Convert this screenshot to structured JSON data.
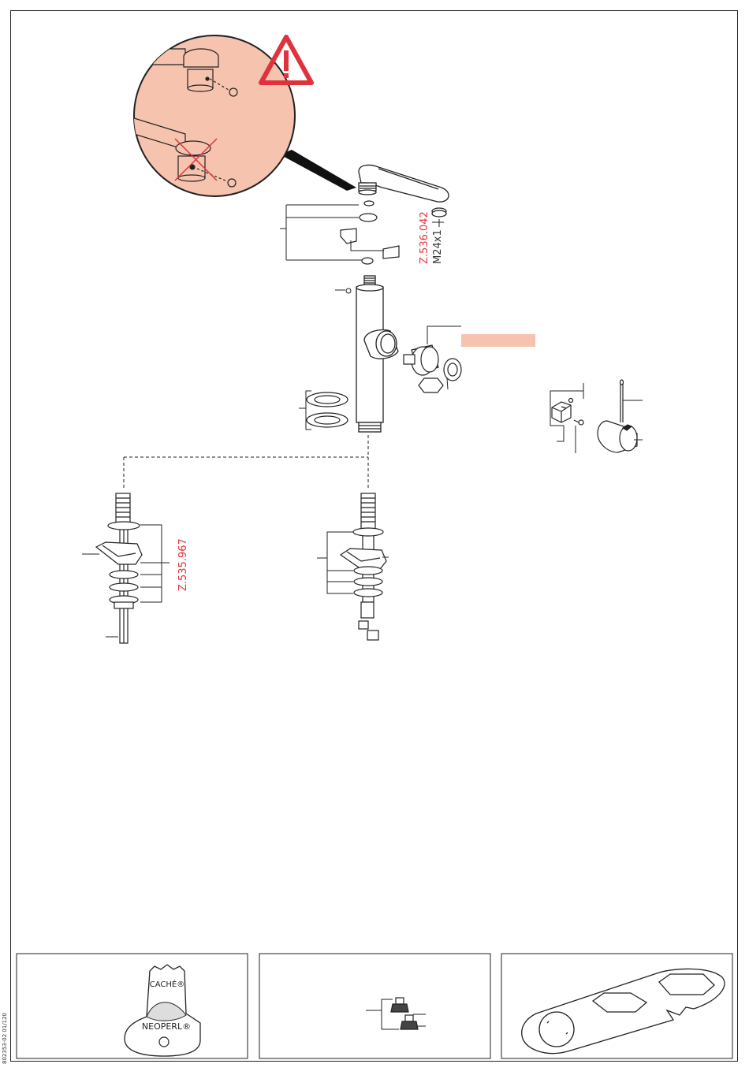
{
  "labels": {
    "spout_aerator_code": "Z.536.042",
    "aerator_thread": "M24x1",
    "mounting_set_code": "Z.535.967"
  },
  "tools": {
    "aerator_key_brand_top": "CACHÉ®",
    "aerator_key_brand_bottom": "NEOPERL®"
  },
  "document_code": "802353-02 01/120",
  "colors": {
    "accent_red": "#e0323c",
    "highlight_salmon": "#f6c3ae",
    "line": "#222222"
  }
}
